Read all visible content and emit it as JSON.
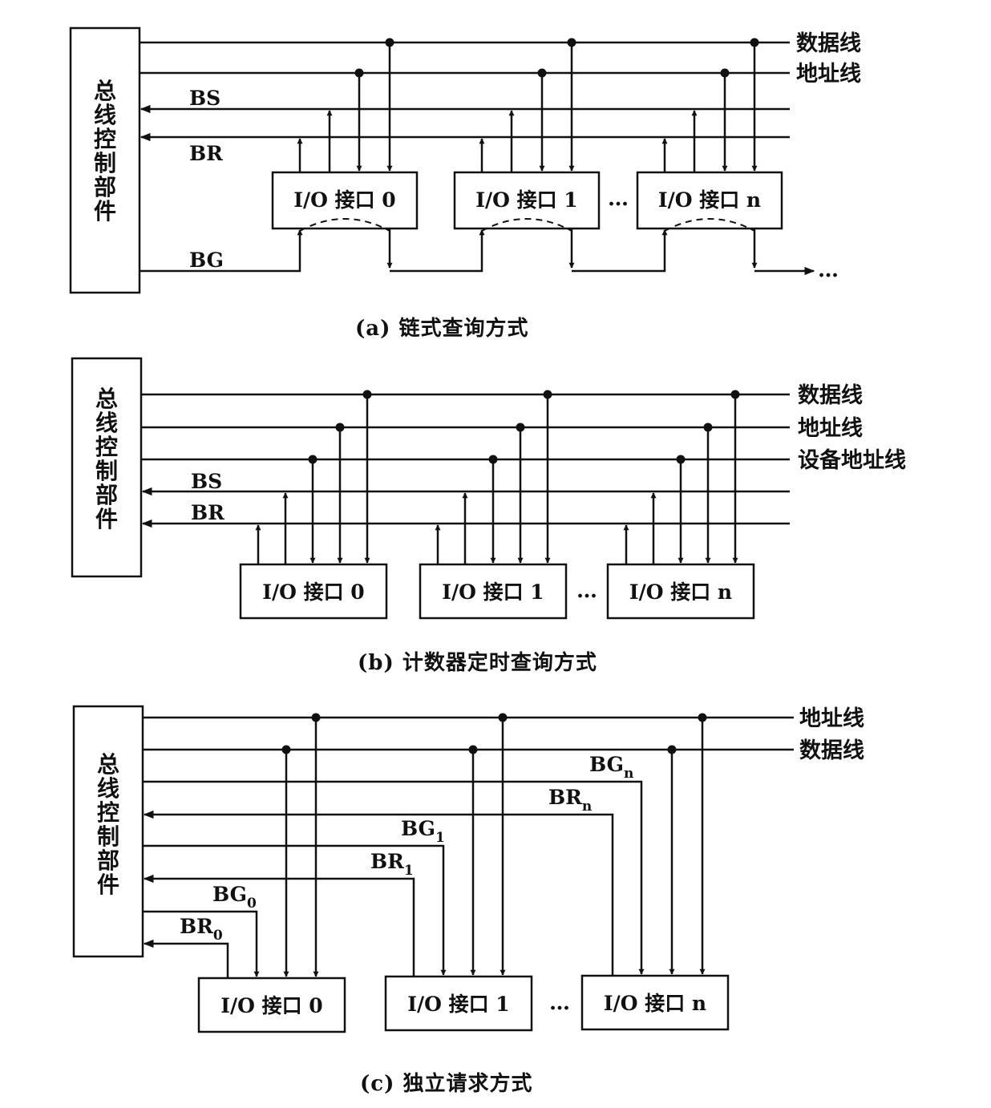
{
  "panels": [
    {
      "controller_label": "总线控制部件",
      "lines": [
        "数据线",
        "地址线"
      ],
      "signals": [
        "BS",
        "BR",
        "BG"
      ],
      "interfaces": [
        "I/O 接口 0",
        "I/O 接口 1",
        "I/O 接口 n"
      ],
      "ellipsis": "…",
      "trailing_ellipsis": "…",
      "caption": "(a)  链式查询方式"
    },
    {
      "controller_label": "总线控制部件",
      "lines": [
        "数据线",
        "地址线",
        "设备地址线"
      ],
      "signals": [
        "BS",
        "BR"
      ],
      "interfaces": [
        "I/O 接口 0",
        "I/O 接口 1",
        "I/O 接口 n"
      ],
      "ellipsis": "…",
      "caption": "(b)  计数器定时查询方式"
    },
    {
      "controller_label": "总线控制部件",
      "lines": [
        "地址线",
        "数据线"
      ],
      "signals": [
        {
          "base": "BG",
          "sub": "n"
        },
        {
          "base": "BR",
          "sub": "n"
        },
        {
          "base": "BG",
          "sub": "1"
        },
        {
          "base": "BR",
          "sub": "1"
        },
        {
          "base": "BG",
          "sub": "0"
        },
        {
          "base": "BR",
          "sub": "0"
        }
      ],
      "interfaces": [
        "I/O 接口 0",
        "I/O 接口 1",
        "I/O 接口 n"
      ],
      "ellipsis": "…",
      "caption": "(c)  独立请求方式"
    }
  ]
}
